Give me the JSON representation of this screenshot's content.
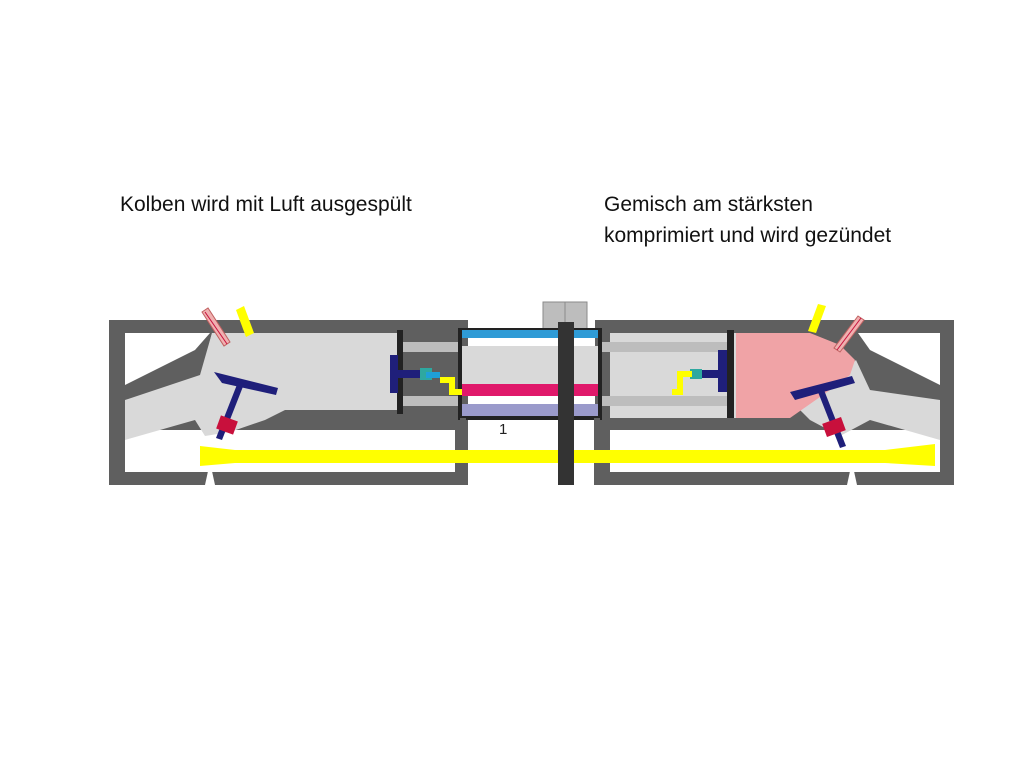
{
  "captions": {
    "left": "Kolben wird mit Luft ausgespült",
    "right": "Gemisch am stärksten\nkomprimiert und wird gezündet"
  },
  "diagram": {
    "marker_label": "1"
  },
  "colors": {
    "housing": "#5f5f5f",
    "chamber": "#d9d9d9",
    "compressed_mixture": "#f0a3a6",
    "fuel_line": "#ffff00",
    "valve": "#1f1f7a",
    "bar_top": "#2f9bd6",
    "bar_middle": "#e0196b",
    "bar_bottom": "#9a9acb",
    "shaft": "#333333",
    "spark_coil": "#c8103c"
  }
}
